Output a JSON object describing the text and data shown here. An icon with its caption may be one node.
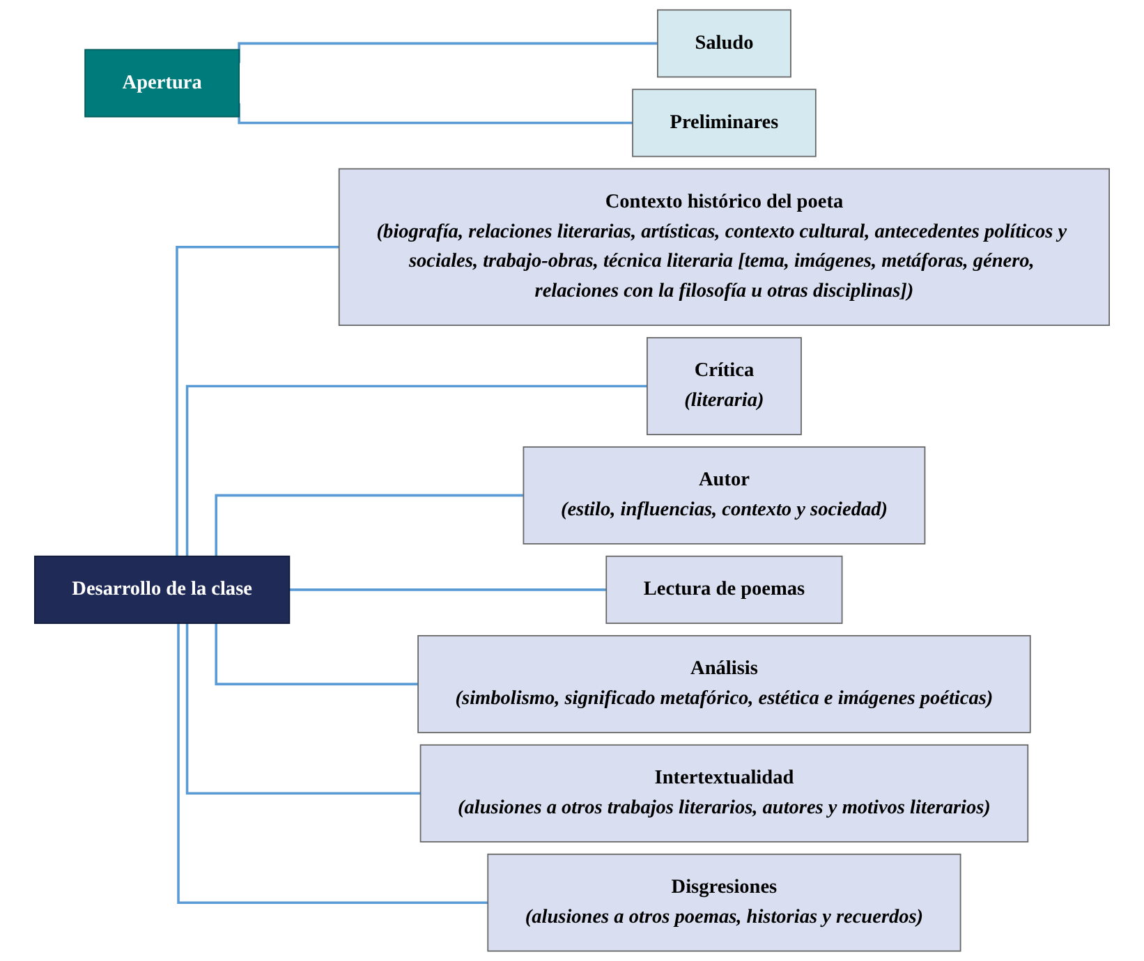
{
  "diagram": {
    "nodes": [
      {
        "text": [
          "Apertura"
        ]
      },
      {
        "text": [
          "Saludo"
        ]
      },
      {
        "text": [
          "Preliminares"
        ]
      },
      {
        "text": [
          "Desarrollo de la clase"
        ]
      },
      {
        "text": [
          "Contexto histórico del poeta",
          "(biografía, relaciones literarias, artísticas, contexto cultural, antecedentes políticos y sociales, trabajo-obras, técnica literaria [tema, imágenes, metáforas, género, relaciones con la filosofía u otras disciplinas])"
        ]
      },
      {
        "text": [
          "Crítica",
          "(literaria)"
        ]
      },
      {
        "text": [
          "Autor",
          "(estilo, influencias, contexto y sociedad)"
        ]
      },
      {
        "text": [
          "Lectura de poemas"
        ]
      },
      {
        "text": [
          "Análisis",
          "(simbolismo, significado metafórico, estética e imágenes poéticas)"
        ]
      },
      {
        "text": [
          "Intertextualidad",
          "(alusiones a otros trabajos literarios, autores y motivos literarios)"
        ]
      },
      {
        "text": [
          "Disgresiones",
          "(alusiones a otros poemas, historias y recuerdos)"
        ]
      }
    ],
    "edges": [
      {
        "from": 0,
        "to": 1,
        "arrow": "none"
      },
      {
        "from": 0,
        "to": 2,
        "arrow": "none"
      },
      {
        "from": 3,
        "to": 4,
        "arrow": "none"
      },
      {
        "from": 3,
        "to": 5,
        "arrow": "none"
      },
      {
        "from": 3,
        "to": 6,
        "arrow": "none"
      },
      {
        "from": 3,
        "to": 7,
        "arrow": "none"
      },
      {
        "from": 3,
        "to": 8,
        "arrow": "none"
      },
      {
        "from": 3,
        "to": 9,
        "arrow": "none"
      },
      {
        "from": 3,
        "to": 10,
        "arrow": "none"
      }
    ]
  }
}
